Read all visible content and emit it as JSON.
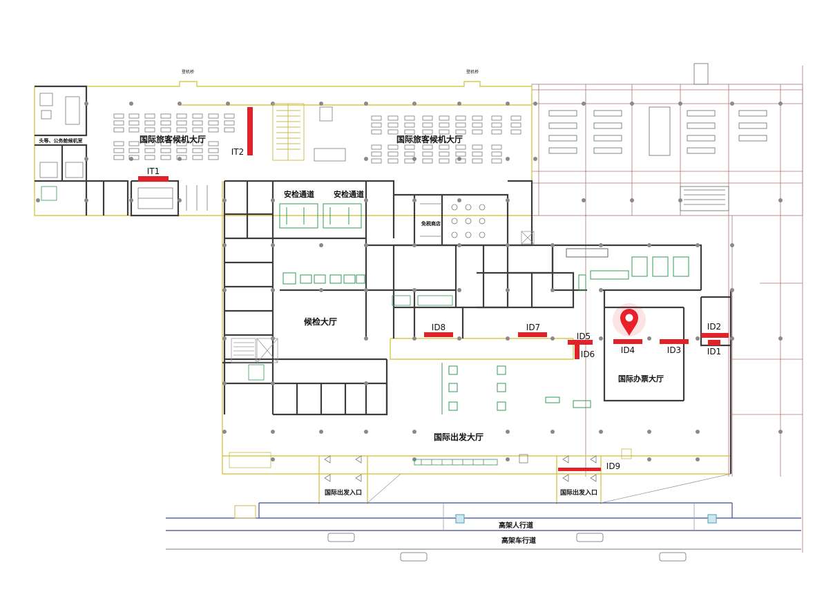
{
  "map": {
    "areas": {
      "waiting_hall_left": "国际旅客候机大厅",
      "waiting_hall_right": "国际旅客候机大厅",
      "vip_lounge": "头等、公务舱候机室",
      "security_left": "安检通道",
      "security_right": "安检通道",
      "duty_free": "免税商店",
      "inspection_hall": "候检大厅",
      "ticket_hall": "国际办票大厅",
      "departure_hall": "国际出发大厅",
      "entrance_left": "国际出发入口",
      "entrance_right": "国际出发入口",
      "pedestrian_road": "高架人行道",
      "vehicle_road": "高架车行道",
      "bridge_left": "登机桥",
      "bridge_right": "登机桥"
    },
    "markers": {
      "IT1": "IT1",
      "IT2": "IT2",
      "ID1": "ID1",
      "ID2": "ID2",
      "ID3": "ID3",
      "ID4": "ID4",
      "ID5": "ID5",
      "ID6": "ID6",
      "ID7": "ID7",
      "ID8": "ID8",
      "ID9": "ID9"
    },
    "colors": {
      "counter": "#e0232a",
      "pin": "#e8202a",
      "wall": "#3c3c3c",
      "outline": "#d8c84a",
      "grid": "#9c5a5a",
      "fixture": "#2e9a55",
      "road": "#3a4a9a"
    },
    "location_pin_icon": "map-pin-icon"
  }
}
